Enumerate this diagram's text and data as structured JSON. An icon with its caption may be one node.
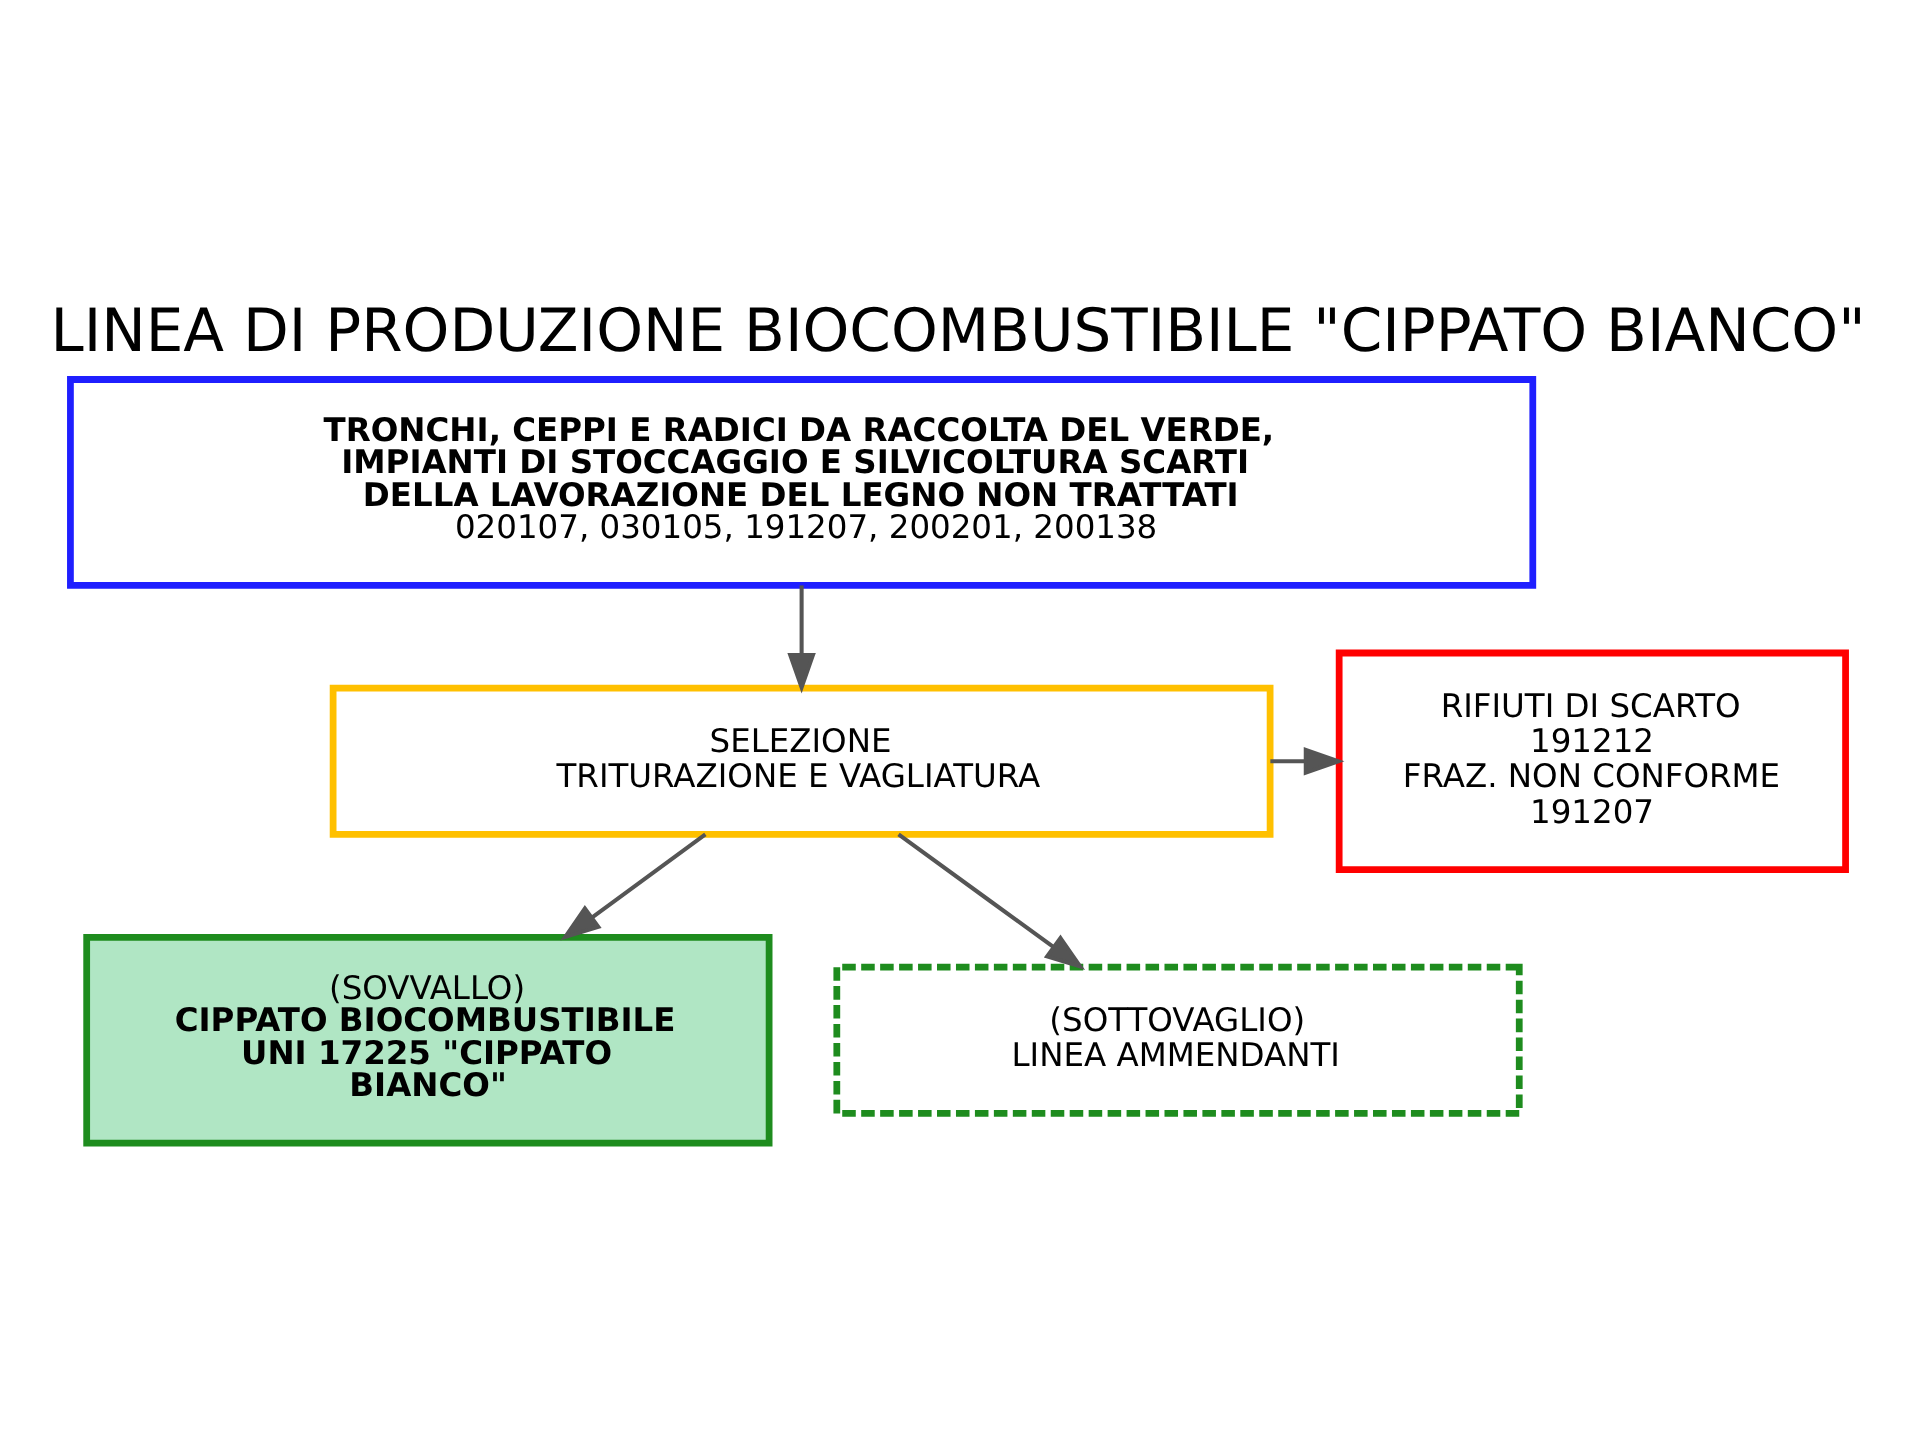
{
  "diagram": {
    "title": "LINEA DI PRODUZIONE BIOCOMBUSTIBILE \"CIPPATO BIANCO\"",
    "nodes": [
      {
        "text": [
          "TRONCHI, CEPPI E RADICI DA RACCOLTA DEL VERDE, IMPIANTI DI STOCCAGGIO E SILVICOLTURA SCARTI DELLA LAVORAZIONE DEL LEGNO NON TRATTATI",
          "020107, 030105, 191207, 200201, 200138"
        ]
      },
      {
        "text": [
          "SELEZIONE",
          "TRITURAZIONE E VAGLIATURA"
        ]
      },
      {
        "text": [
          "RIFIUTI DI SCARTO 191212",
          "FRAZ. NON CONFORME 191207"
        ]
      },
      {
        "text": [
          "(SOVVALLO)",
          "CIPPATO BIOCOMBUSTIBILE UNI 17225 \"CIPPATO BIANCO\""
        ]
      },
      {
        "text": [
          "(SOTTOVAGLIO)",
          "LINEA AMMENDANTI"
        ]
      }
    ],
    "edges": [
      {
        "from": 0,
        "to": 1,
        "arrow": "to"
      },
      {
        "from": 1,
        "to": 2,
        "arrow": "to"
      },
      {
        "from": 1,
        "to": 3,
        "arrow": "to"
      },
      {
        "from": 1,
        "to": 4,
        "arrow": "to"
      }
    ]
  }
}
